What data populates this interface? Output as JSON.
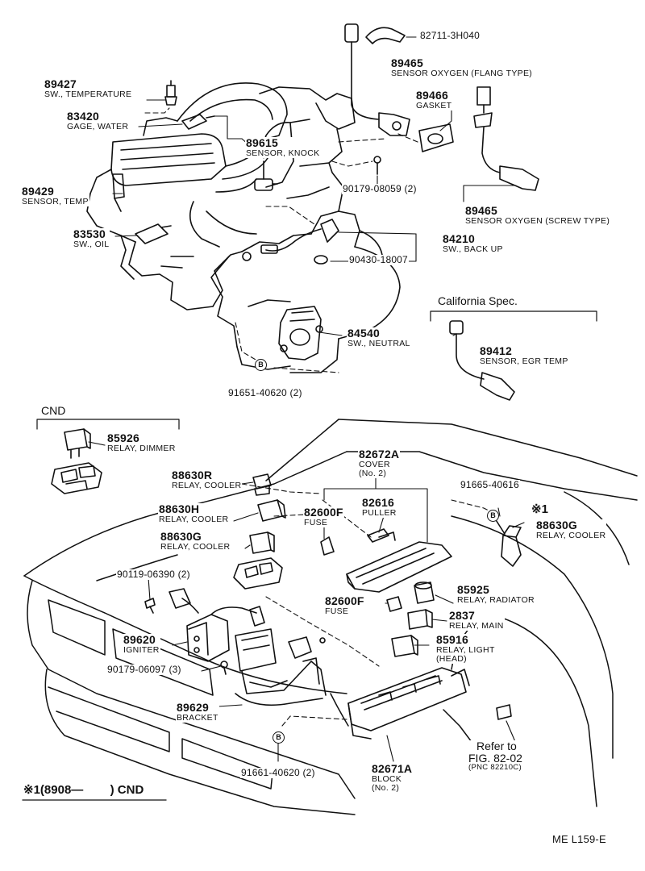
{
  "colors": {
    "ink": "#111111",
    "paper": "#ffffff"
  },
  "engine": {
    "p89427": {
      "num": "89427",
      "desc": "SW., TEMPERATURE"
    },
    "p83420": {
      "num": "83420",
      "desc": "GAGE, WATER"
    },
    "p89429": {
      "num": "89429",
      "desc": "SENSOR, TEMP"
    },
    "p83530": {
      "num": "83530",
      "desc": "SW., OIL"
    },
    "p89615": {
      "num": "89615",
      "desc": "SENSOR, KNOCK"
    },
    "p82711": {
      "num": "82711-3H040"
    },
    "p89465a": {
      "num": "89465",
      "desc": "SENSOR OXYGEN (FLANG TYPE)"
    },
    "p89466": {
      "num": "89466",
      "desc": "GASKET"
    },
    "p90179a": {
      "num": "90179-08059 (2)"
    },
    "p89465b": {
      "num": "89465",
      "desc": "SENSOR OXYGEN (SCREW TYPE)"
    },
    "p84210": {
      "num": "84210",
      "desc": "SW., BACK UP"
    },
    "p90430": {
      "num": "90430-18007"
    },
    "p84540": {
      "num": "84540",
      "desc": "SW., NEUTRAL"
    },
    "p91651": {
      "num": "91651-40620 (2)"
    }
  },
  "california": {
    "title": "California Spec.",
    "p89412": {
      "num": "89412",
      "desc": "SENSOR, EGR TEMP"
    }
  },
  "cnd_box": {
    "title": "CND",
    "p85926": {
      "num": "85926",
      "desc": "RELAY, DIMMER"
    }
  },
  "body": {
    "p88630R": {
      "num": "88630R",
      "desc": "RELAY, COOLER"
    },
    "p88630H": {
      "num": "88630H",
      "desc": "RELAY, COOLER"
    },
    "p88630G_left": {
      "num": "88630G",
      "desc": "RELAY, COOLER"
    },
    "p82672A": {
      "num": "82672A",
      "desc": "COVER",
      "sub": "(No. 2)"
    },
    "p82616": {
      "num": "82616",
      "desc": "PULLER"
    },
    "p82600F_a": {
      "num": "82600F",
      "desc": "FUSE"
    },
    "p91665": {
      "num": "91665-40616"
    },
    "p88630G_right": {
      "mark": "※1",
      "num": "88630G",
      "desc": "RELAY, COOLER"
    },
    "p90119": {
      "num": "90119-06390 (2)"
    },
    "p89620": {
      "num": "89620",
      "desc": "IGNITER"
    },
    "p90179b": {
      "num": "90179-06097 (3)"
    },
    "p89629": {
      "num": "89629",
      "desc": "BRACKET"
    },
    "p91661": {
      "num": "91661-40620 (2)"
    },
    "p82600F_b": {
      "num": "82600F",
      "desc": "FUSE"
    },
    "p85925": {
      "num": "85925",
      "desc": "RELAY, RADIATOR"
    },
    "p2837": {
      "num": "2837",
      "desc": "RELAY, MAIN"
    },
    "p85916": {
      "num": "85916",
      "desc": "RELAY, LIGHT",
      "sub": "(HEAD)"
    },
    "p82671A": {
      "num": "82671A",
      "desc": "BLOCK",
      "sub": "(No. 2)"
    },
    "refer": {
      "line1": "Refer to",
      "line2": "FIG. 82-02",
      "line3": "(PNC 82210C)"
    }
  },
  "footnote": {
    "mark": "※1",
    "open": "(8908—",
    "close": ") CND"
  },
  "b_mark": "B",
  "figure_code": "ME  L159-E"
}
